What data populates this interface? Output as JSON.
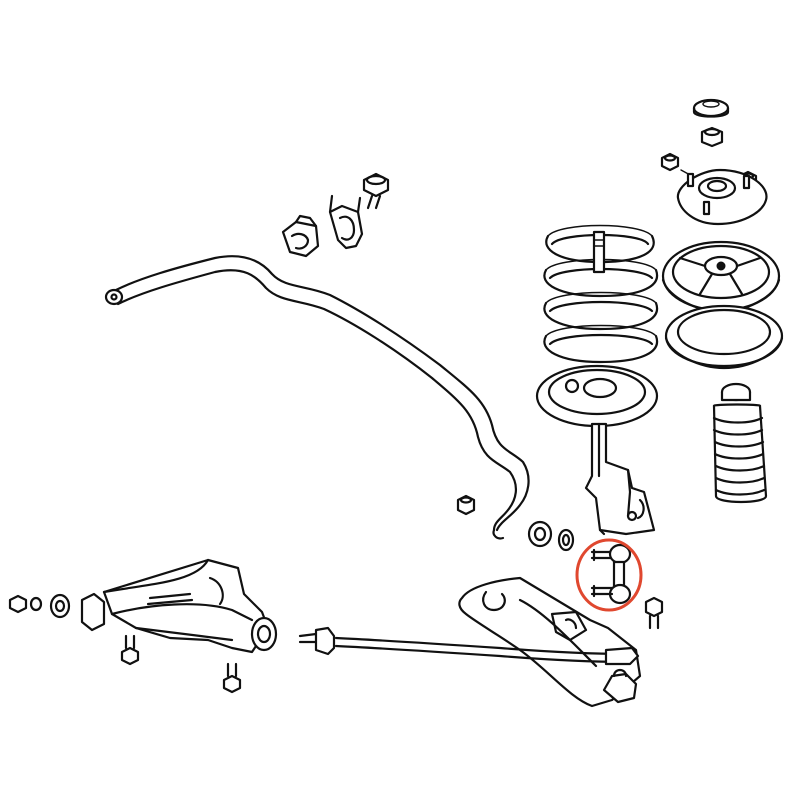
{
  "diagram": {
    "kind": "exploded-view",
    "components": [
      "stabilizer-bar",
      "stabilizer-bushing",
      "bushing-bracket",
      "bracket-bolt",
      "coil-spring",
      "shock-absorber-strut",
      "strut-mount",
      "spring-upper-seat",
      "spring-insulator",
      "bump-stopper-boot",
      "dust-cap",
      "mount-nut",
      "stabilizer-link",
      "lower-control-arm",
      "control-arm-bracket",
      "control-arm-bushing",
      "ball-joint",
      "washers-and-nuts"
    ],
    "highlight": {
      "component": "stabilizer-link",
      "shape": "ellipse",
      "color": "#e0482f"
    },
    "line_color": "#111111",
    "background": "#ffffff"
  }
}
